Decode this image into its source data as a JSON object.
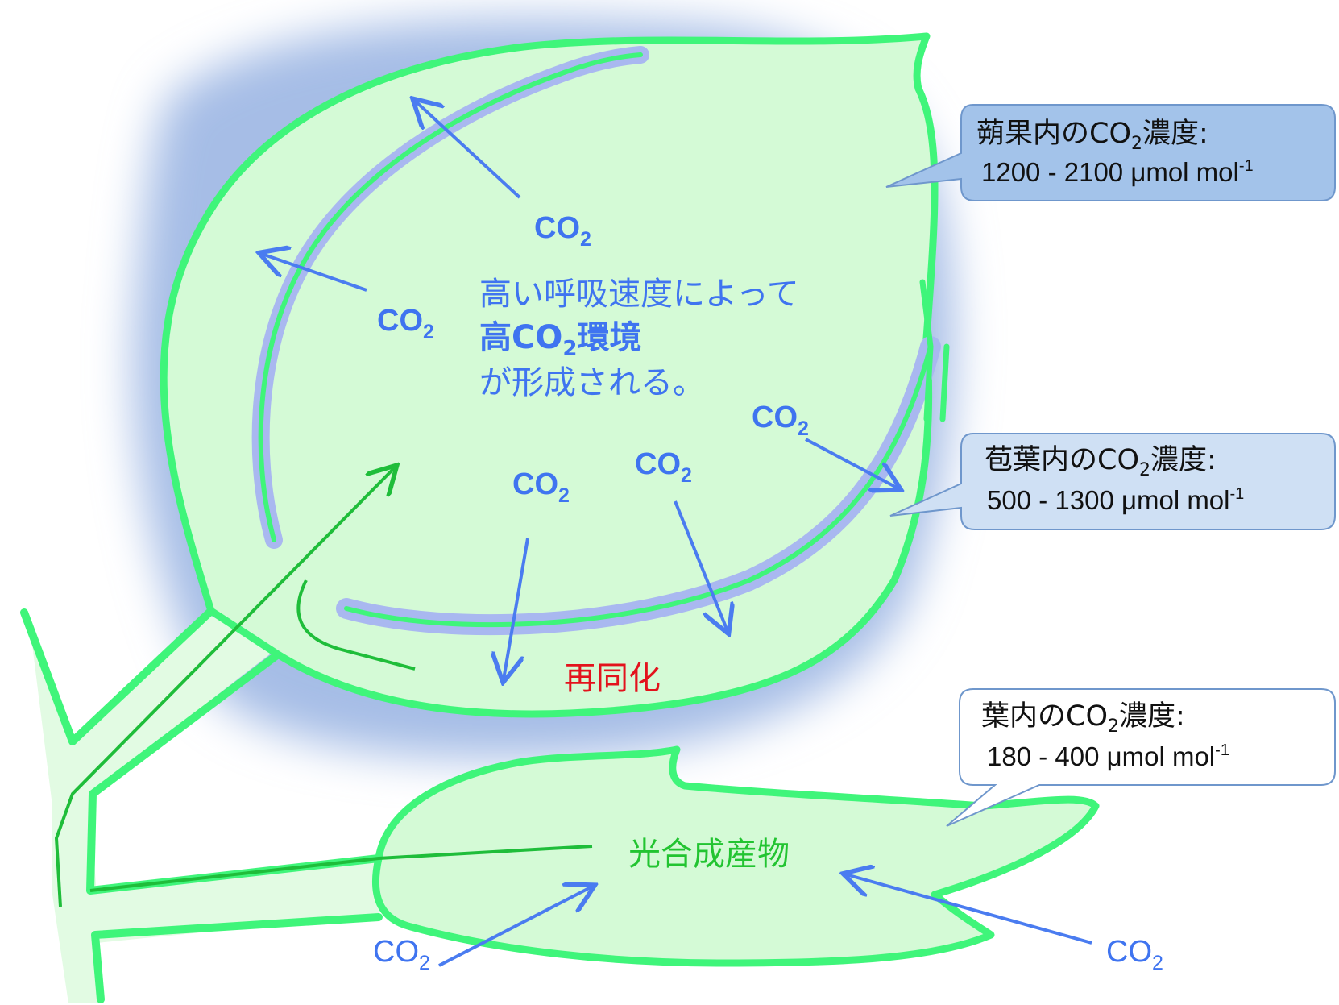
{
  "fruit": {
    "main_text_line1": "高い呼吸速度によって",
    "main_text_line2_prefix": "高CO",
    "main_text_line2_sub": "2",
    "main_text_line2_suffix": "環境",
    "main_text_line3": "が形成される。",
    "reassimilation_label": "再同化"
  },
  "co2_labels": [
    {
      "base": "CO",
      "sub": "2"
    },
    {
      "base": "CO",
      "sub": "2"
    },
    {
      "base": "CO",
      "sub": "2"
    },
    {
      "base": "CO",
      "sub": "2"
    },
    {
      "base": "CO",
      "sub": "2"
    }
  ],
  "leaf": {
    "photosynthate_label": "光合成産物",
    "co2_labels": [
      {
        "base": "CO",
        "sub": "2"
      },
      {
        "base": "CO",
        "sub": "2"
      }
    ]
  },
  "callouts": [
    {
      "title_prefix": "蒴果内のCO",
      "title_sub": "2",
      "title_suffix": "濃度:",
      "value": "1200 - 2100 μmol mol",
      "value_sup": "-1",
      "fill": "#a3c3ea",
      "stroke": "#6f97cc"
    },
    {
      "title_prefix": "苞葉内のCO",
      "title_sub": "2",
      "title_suffix": "濃度:",
      "value": "500 - 1300 μmol mol",
      "value_sup": "-1",
      "fill": "#cfe0f4",
      "stroke": "#6f97cc"
    },
    {
      "title_prefix": "葉内のCO",
      "title_sub": "2",
      "title_suffix": "濃度:",
      "value": "180 - 400 μmol mol",
      "value_sup": "-1",
      "fill": "#ffffff",
      "stroke": "#6f97cc"
    }
  ],
  "colors": {
    "leaf_fill": "#d4fad6",
    "leaf_outline": "#3ff57a",
    "vein": "#1fbd3a",
    "co2_arrow": "#4a7cf0",
    "fruit_glow": "#8eaee0",
    "inner_band": "#a9b8f0"
  }
}
